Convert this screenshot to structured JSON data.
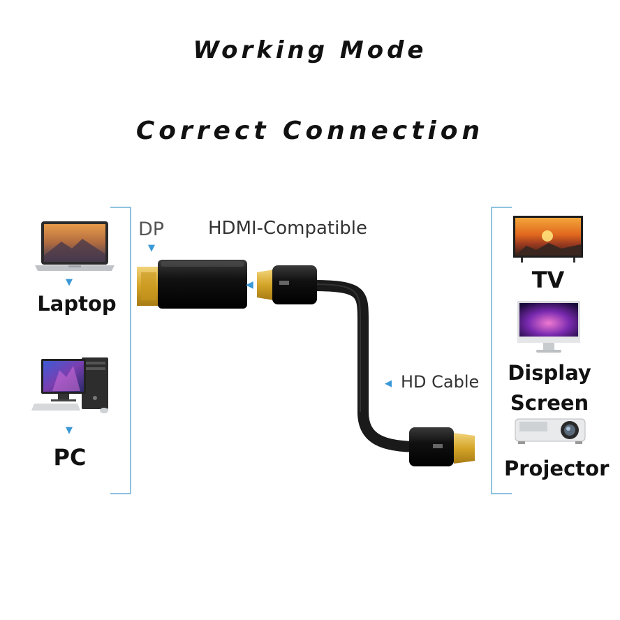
{
  "header": {
    "title": "Working Mode",
    "subtitle": "Correct Connection"
  },
  "sources": [
    {
      "label": "Laptop",
      "icon": "laptop-icon"
    },
    {
      "label": "PC",
      "icon": "desktop-pc-icon"
    }
  ],
  "adapter": {
    "dp_label": "DP",
    "hdmi_label": "HDMI-Compatible",
    "cable_label": "HD Cable"
  },
  "displays": [
    {
      "label": "TV",
      "icon": "tv-icon"
    },
    {
      "label": "Display Screen",
      "icon": "monitor-icon"
    },
    {
      "label": "Projector",
      "icon": "projector-icon"
    }
  ],
  "colors": {
    "bracket": "#8fc3df",
    "arrow": "#3a98d6",
    "gold": "#d4a528",
    "cable": "#1a1a1a"
  }
}
